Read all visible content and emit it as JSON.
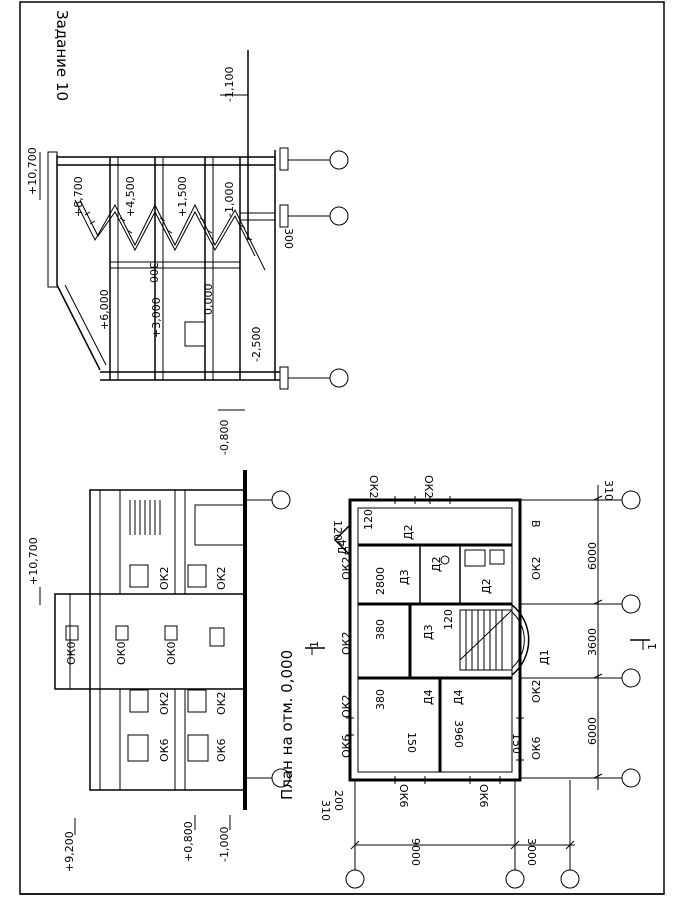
{
  "title": "Задание 10",
  "plan_caption": "План на отм. 0,000",
  "facade": {
    "levels": [
      "+10,700",
      "+9,200",
      "+0,800",
      "-1,000"
    ],
    "windows": [
      "ОК0",
      "ОК0",
      "ОК0",
      "ОК2",
      "ОК2",
      "ОК2",
      "ОК2",
      "ОК6",
      "ОК6"
    ]
  },
  "section": {
    "levels": [
      "+10,700",
      "+8,700",
      "+4,500",
      "+1,500",
      "-1,000",
      "-1,100",
      "+6,000",
      "+3,000",
      "0,000",
      "-2,500",
      "-0,800"
    ],
    "dims": [
      "300",
      "300"
    ]
  },
  "plan": {
    "windows_top": [
      "ОК2",
      "ОК2",
      "ОК2",
      "ОК6"
    ],
    "windows_bottom": [
      "ОК2",
      "ОК2",
      "ОК6"
    ],
    "windows_left": [
      "ОК6",
      "ОК6"
    ],
    "windows_right": [
      "ОК2",
      "ОК2"
    ],
    "doors": [
      "Д1",
      "Д2",
      "Д2",
      "Д2",
      "Д3",
      "Д3",
      "Д4",
      "Д4",
      "Д4"
    ],
    "dims_inner": [
      "120",
      "2800",
      "380",
      "120",
      "380",
      "150",
      "3960",
      "150",
      "120",
      "200",
      "310",
      "310"
    ],
    "dims_axis_bottom": [
      "6000",
      "3600",
      "6000"
    ],
    "dims_axis_left": [
      "9000",
      "3000"
    ],
    "section_mark": "1",
    "letter": "В"
  }
}
